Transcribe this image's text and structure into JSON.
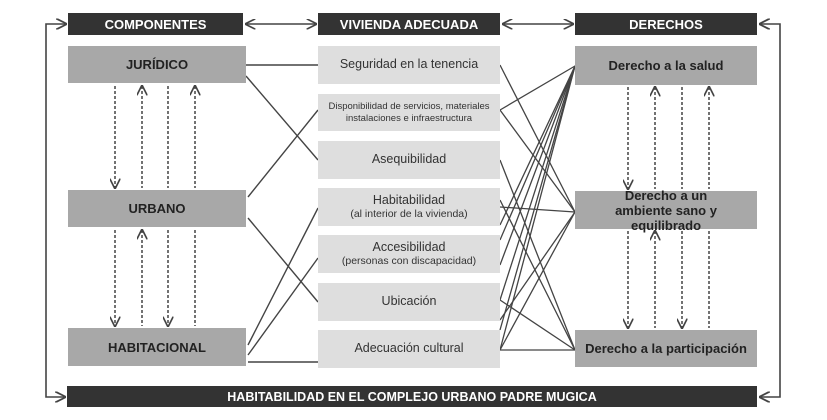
{
  "headers": {
    "components": "COMPONENTES",
    "housing": "VIVIENDA ADECUADA",
    "rights": "DERECHOS"
  },
  "components": [
    "JURÍDICO",
    "URBANO",
    "HABITACIONAL"
  ],
  "housing": [
    {
      "label": "Seguridad en la tenencia"
    },
    {
      "label": "Disponibilidad de servicios, materiales",
      "sub": "instalaciones e infraestructura"
    },
    {
      "label": "Asequibilidad"
    },
    {
      "label": "Habitabilidad",
      "sub": "(al interior de la vivienda)"
    },
    {
      "label": "Accesibilidad",
      "sub": "(personas con discapacidad)"
    },
    {
      "label": "Ubicación"
    },
    {
      "label": "Adecuación cultural"
    }
  ],
  "rights": [
    "Derecho a la salud",
    "Derecho a un ambiente sano y equilibrado",
    "Derecho a la participación"
  ],
  "footer": "HABITABILIDAD EN EL COMPLEJO URBANO PADRE MUGICA"
}
